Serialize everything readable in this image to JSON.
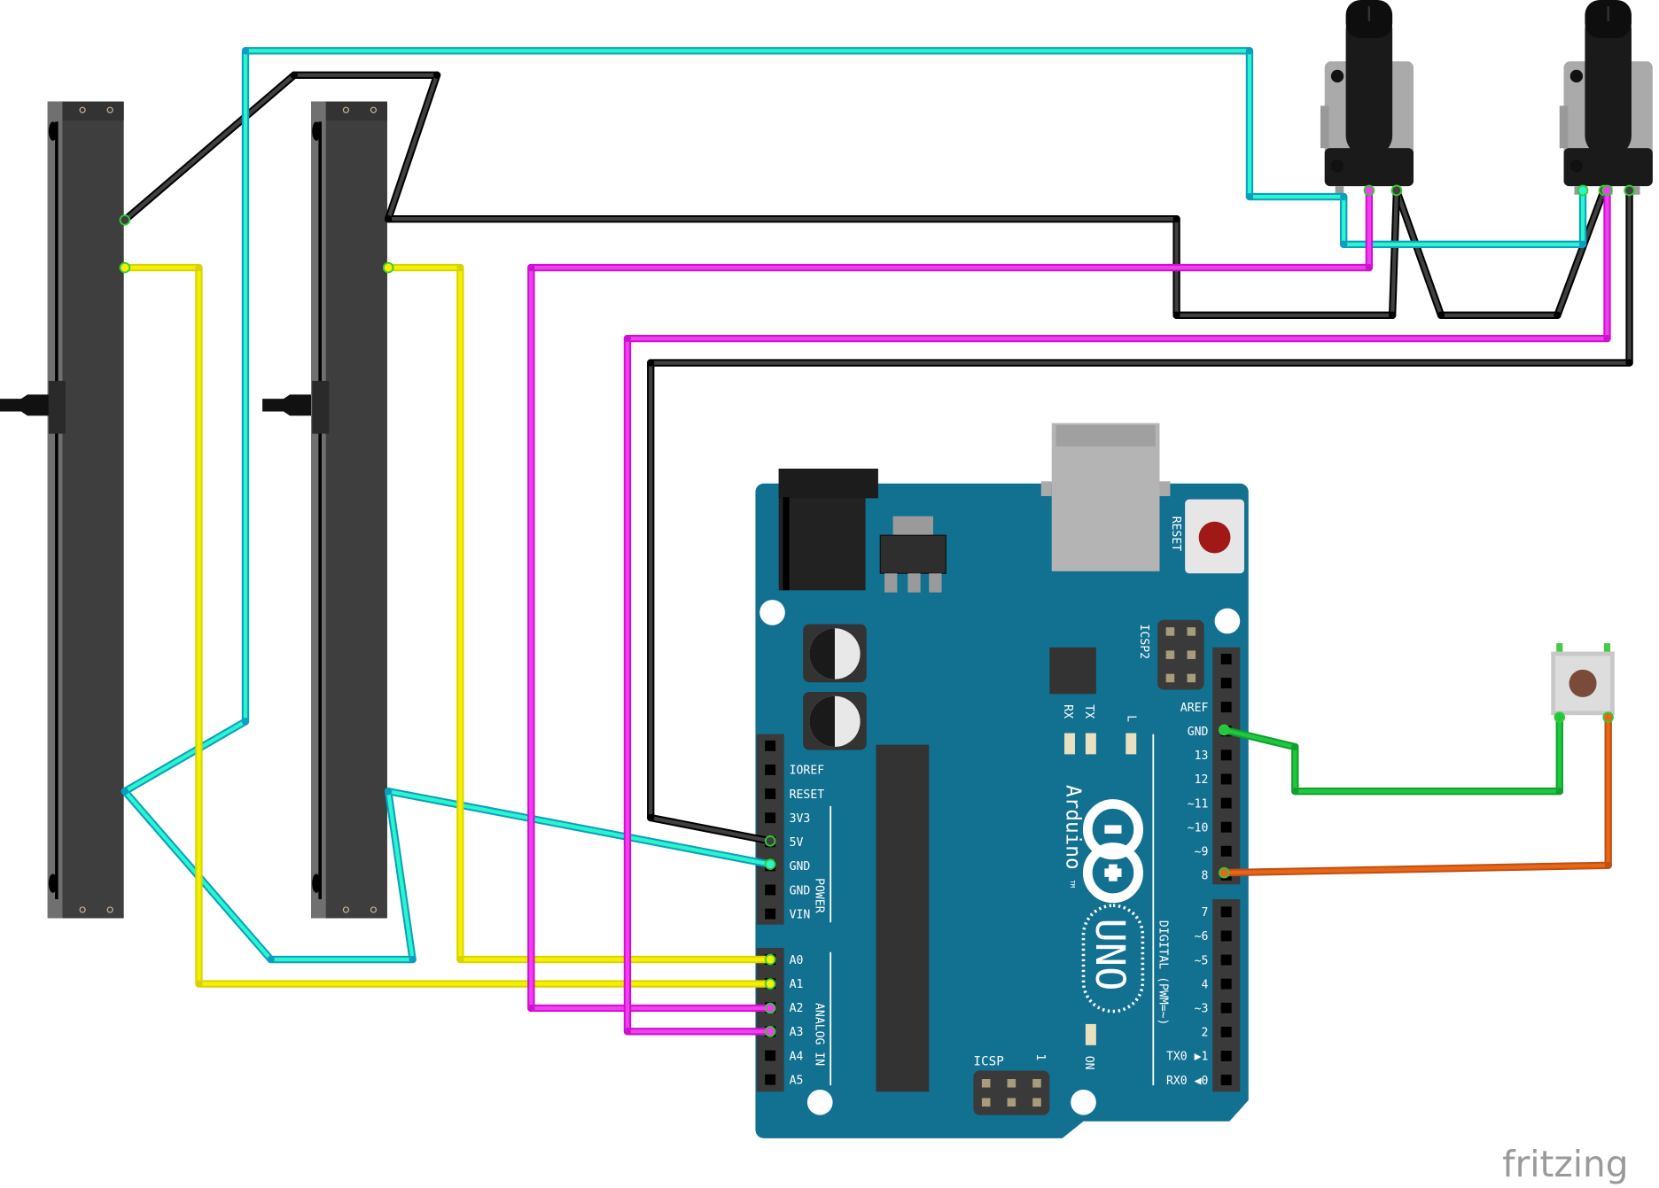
{
  "title": "Fritzing breadboard view: Arduino Uno with two slide potentiometers, two rotary potentiometers and a push button",
  "watermark": "fritzing",
  "colors": {
    "board": "#127091",
    "header": "#3a3a3a",
    "wire_black": "#404040",
    "wire_cyan": "#2af5cc",
    "wire_cyan_edge": "#0a9fbf",
    "wire_yellow": "#f5f000",
    "wire_magenta": "#f03ef0",
    "wire_green": "#20c840",
    "wire_orange": "#e8661a"
  },
  "board": {
    "name": "Arduino",
    "trademark": "TM",
    "model": "UNO",
    "reset_label": "RESET",
    "icsp_label": "ICSP",
    "icsp2_label": "ICSP2",
    "icsp_pin1": "1",
    "on_label": "ON",
    "tx_label": "TX",
    "rx_label": "RX",
    "l_label": "L",
    "power_section_label": "POWER",
    "analog_section_label": "ANALOG IN",
    "digital_section_label": "DIGITAL (PWM=~)",
    "power_pins": [
      "",
      "IOREF",
      "RESET",
      "3V3",
      "5V",
      "GND",
      "GND",
      "VIN"
    ],
    "analog_pins": [
      "A0",
      "A1",
      "A2",
      "A3",
      "A4",
      "A5"
    ],
    "digital_pins_upper": [
      "",
      "",
      "AREF",
      "GND",
      "13",
      "12",
      "~11",
      "~10",
      "~9",
      "8"
    ],
    "digital_pins_lower": [
      "7",
      "~6",
      "~5",
      "4",
      "~3",
      "2",
      "TX0 ▶1",
      "RX0 ◀0"
    ]
  },
  "components": [
    {
      "id": "slide-pot-1",
      "type": "slide potentiometer"
    },
    {
      "id": "slide-pot-2",
      "type": "slide potentiometer"
    },
    {
      "id": "rotary-pot-1",
      "type": "rotary potentiometer"
    },
    {
      "id": "rotary-pot-2",
      "type": "rotary potentiometer"
    },
    {
      "id": "push-button",
      "type": "tactile push button"
    }
  ],
  "connections": [
    {
      "from": "5V",
      "to": "pots supply",
      "color": "black"
    },
    {
      "from": "GND (power)",
      "to": "pots ground",
      "color": "cyan"
    },
    {
      "from": "A0",
      "to": "slide-pot-2 wiper",
      "color": "yellow"
    },
    {
      "from": "A1",
      "to": "slide-pot-1 wiper",
      "color": "yellow"
    },
    {
      "from": "A2",
      "to": "rotary-pot-1 wiper",
      "color": "magenta"
    },
    {
      "from": "A3",
      "to": "rotary-pot-2 wiper",
      "color": "magenta"
    },
    {
      "from": "GND (digital)",
      "to": "push-button",
      "color": "green"
    },
    {
      "from": "8",
      "to": "push-button",
      "color": "orange"
    }
  ]
}
